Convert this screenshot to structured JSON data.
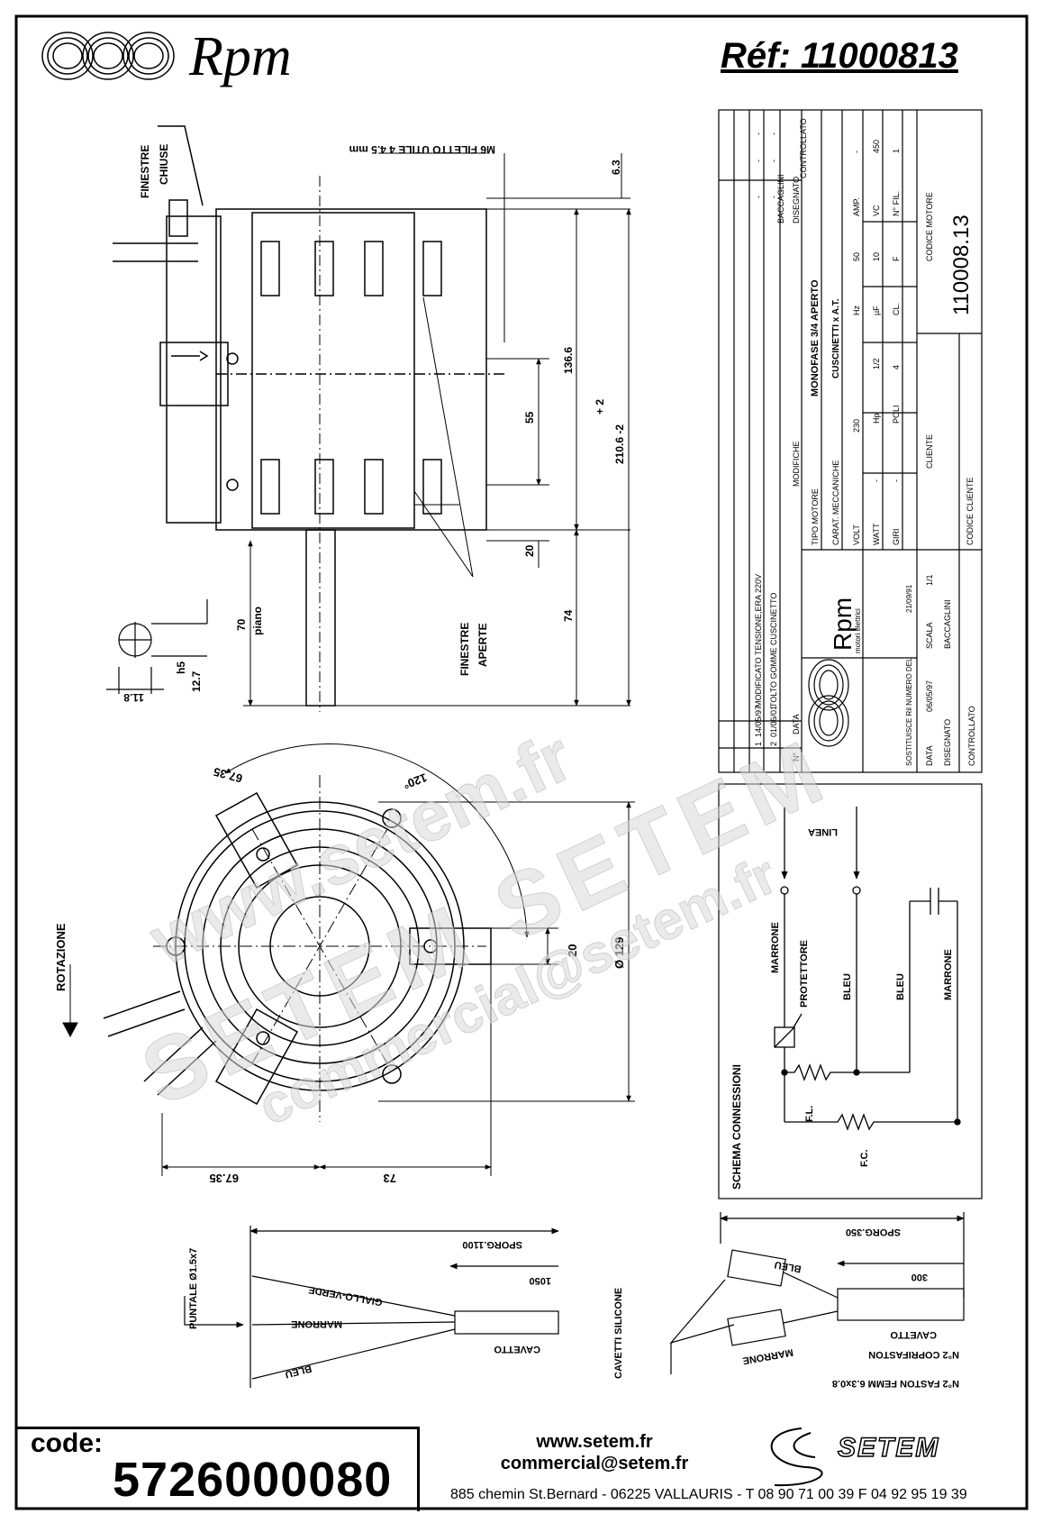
{
  "header": {
    "brand": "Rpm",
    "reference": "Réf:  11000813"
  },
  "drawing": {
    "side_view": {
      "finestre_chiuse": [
        "FINESTRE",
        "CHIUSE"
      ],
      "thread_note": "M6 FILETTO UTILE 4  4.5 mm",
      "dim_6_3": "6.3",
      "dim_136_6": "136.6",
      "dim_55": "55",
      "dim_tol": "+ 2",
      "dim_210_6": "210.6  -2",
      "dim_20": "20",
      "dim_74": "74",
      "dim_70": "70",
      "piano": "piano",
      "dim_h5": "h5",
      "dim_12_7": "12.7",
      "dim_11_8": "11.8",
      "finestre_aperte": [
        "FINESTRE",
        "APERTE"
      ]
    },
    "front_view": {
      "rotazione": "ROTAZIONE",
      "angle": "120°",
      "dim_67_35_top": "67.35",
      "dim_20": "20",
      "dim_129": "Ø 129",
      "dim_67_35_bottom": "67.35",
      "dim_73": "73"
    },
    "cable_left": {
      "sporg": "SPORG.1100",
      "dim_1050": "1050",
      "puntale": "PUNTALE Ø1.5x7",
      "wire_1": "GIALLO-VERDE",
      "wire_2": "MARRONE",
      "wire_3": "BLEU",
      "cavetto": "CAVETTO",
      "cavetti_silicone": "CAVETTI SILICONE"
    },
    "cable_right": {
      "sporg": "SPORG.350",
      "dim_300": "300",
      "wire_1": "BLEU",
      "wire_2": "MARRONE",
      "cavetto": "CAVETTO",
      "note_1": "N°2 COPRIFASTON",
      "note_2": "N°2 FASTON FEMM 6.3x0.8"
    }
  },
  "title_block": {
    "rev_table": {
      "headers": [
        "N°",
        "DATA",
        "MODIFICHE",
        "DISEGNATO",
        "BACCAGLINI",
        "CONTROLLATO"
      ],
      "rows": [
        [
          "2",
          "01/06/01",
          "TOLTO GOMME CUSCINETTO",
          "-",
          "-",
          "-"
        ],
        [
          "1",
          "14/05/97",
          "MODIFICATO TENSIONE,ERA 220V",
          "-",
          "-",
          "-"
        ]
      ]
    },
    "tipo_motore_label": "TIPO MOTORE",
    "tipo_motore": "MONOFASE 3/4 APERTO",
    "carat_label": "CARAT. MECCANICHE",
    "carat": "CUSCINETTI x A.T.",
    "specs": [
      {
        "label": "VOLT",
        "value": "230"
      },
      {
        "label": "Hz",
        "value": "50"
      },
      {
        "label": "AMP.",
        "value": "-"
      },
      {
        "label": "WATT",
        "value": "-"
      },
      {
        "label": "Hp",
        "value": "1/2"
      },
      {
        "label": "µF",
        "value": "10"
      },
      {
        "label": "VC",
        "value": "450"
      },
      {
        "label": "GIRI",
        "value": "-"
      },
      {
        "label": "POLI",
        "value": "4"
      },
      {
        "label": "CL.",
        "value": "F"
      },
      {
        "label": "N° FIL.",
        "value": "1"
      }
    ],
    "cliente_label": "CLIENTE",
    "codice_motore_label": "CODICE MOTORE",
    "codice_motore": "110008.13",
    "codice_cliente_label": "CODICE CLIENTE",
    "company": "Rpm",
    "company_sub": "motori elettrici",
    "sostituisce_label": "SOSTITUISCE Ril NUMERO DEL",
    "sostituisce_value": "21/09/91",
    "data_label": "DATA",
    "data_value": "06/05/97",
    "scala_label": "SCALA",
    "scala_value": "1/1",
    "disegnato_label": "DISEGNATO",
    "disegnato_value": "BACCAGLINI",
    "controllato_label": "CONTROLLATO"
  },
  "schema": {
    "title": "SCHEMA CONNESSIONI",
    "linea": "LINEA",
    "marrone_1": "MARRONE",
    "protettore": "PROTETTORE",
    "bleu_1": "BLEU",
    "bleu_2": "BLEU",
    "marrone_2": "MARRONE",
    "fl": "F.L.",
    "fc": "F.C."
  },
  "watermark": {
    "line1": "www.setem.fr",
    "line2": "SETEM  SETEM",
    "line3": "commercial@setem.fr"
  },
  "footer": {
    "code_label": "code:",
    "code_value": "5726000080",
    "website": "www.setem.fr",
    "email": "commercial@setem.fr",
    "address": "885 chemin St.Bernard  -  06225 VALLAURIS  -   T 08 90 71 00 39   F 04 92 95 19 39",
    "logo": "SETEM"
  }
}
